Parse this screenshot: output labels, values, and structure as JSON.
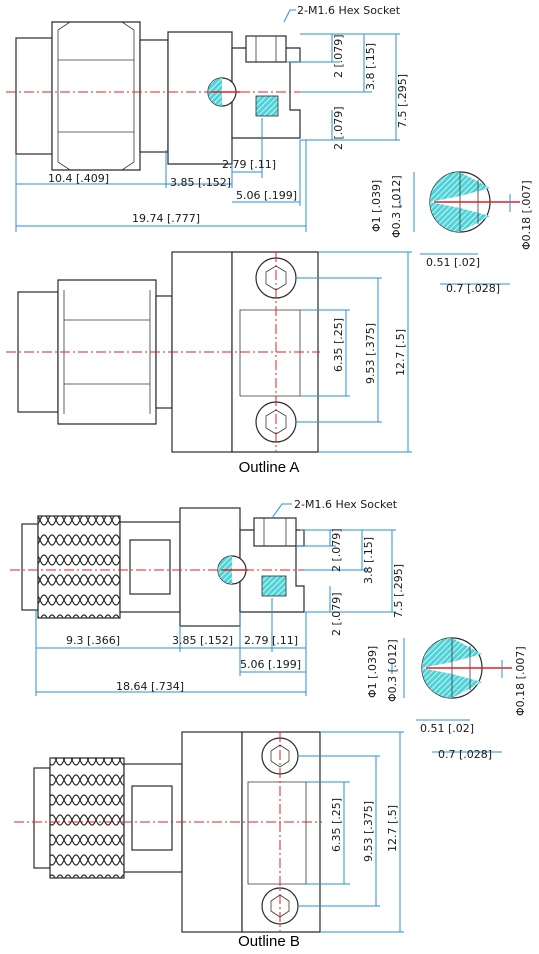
{
  "outline_a": {
    "caption": "Outline A",
    "callout": "2-M1.6 Hex Socket",
    "dims": {
      "len1": "10.4 [.409]",
      "len2": "3.85 [.152]",
      "len3": "2.79 [.11]",
      "len4": "5.06 [.199]",
      "total": "19.74 [.777]",
      "h1": "2 [.079]",
      "h2": "3.8 [.15]",
      "h3": "7.5 [.295]",
      "h4": "2 [.079]",
      "d1": "Φ1 [.039]",
      "d2": "Φ0.3 [.012]",
      "d3": "Φ0.18 [.007]",
      "d4": "0.51 [.02]",
      "d5": "0.7 [.028]",
      "w1": "6.35 [.25]",
      "w2": "9.53 [.375]",
      "w3": "12.7 [.5]"
    }
  },
  "outline_b": {
    "caption": "Outline B",
    "callout": "2-M1.6 Hex Socket",
    "dims": {
      "len1": "9.3 [.366]",
      "len2": "3.85 [.152]",
      "len3": "2.79 [.11]",
      "len4": "5.06 [.199]",
      "total": "18.64 [.734]",
      "h1": "2 [.079]",
      "h2": "3.8 [.15]",
      "h3": "7.5 [.295]",
      "h4": "2 [.079]",
      "d1": "Φ1 [.039]",
      "d2": "Φ0.3 [.012]",
      "d3": "Φ0.18 [.007]",
      "d4": "0.51 [.02]",
      "d5": "0.7 [.028]",
      "w1": "6.35 [.25]",
      "w2": "9.53 [.375]",
      "w3": "12.7 [.5]"
    }
  },
  "colors": {
    "outline": "#2b2b2b",
    "dimension": "#2b8fd6",
    "centerline": "#e02020",
    "dielectric": "#4fd3d9"
  }
}
